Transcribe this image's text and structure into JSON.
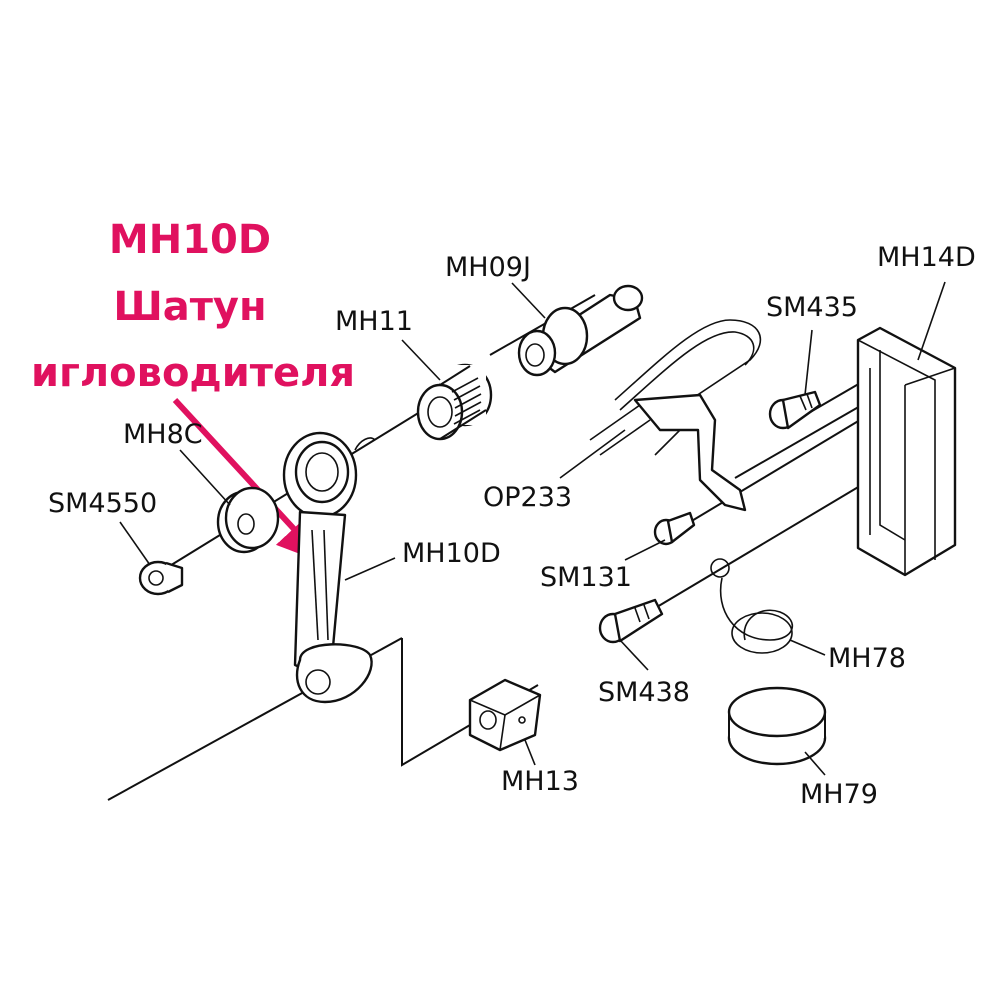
{
  "highlight": {
    "part_code": "MH10D",
    "name_line1": "Шатун",
    "name_line2": "игловодителя",
    "color": "#e0115f"
  },
  "parts": {
    "mh09j": "MH09J",
    "mh14d": "MH14D",
    "sm435": "SM435",
    "mh11": "MH11",
    "mh8c": "MH8C",
    "sm4550": "SM4550",
    "op233": "OP233",
    "mh10d": "MH10D",
    "sm131": "SM131",
    "mh78": "MH78",
    "sm438": "SM438",
    "mh13": "MH13",
    "mh79": "MH79"
  }
}
